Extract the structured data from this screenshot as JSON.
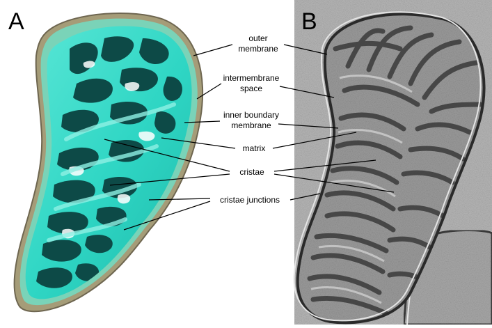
{
  "panels": {
    "a": {
      "letter": "A",
      "description": "3D tomographic segmentation rendering of a mitochondrion"
    },
    "b": {
      "letter": "B",
      "description": "cryo-electron tomogram slice of a mitochondrion"
    }
  },
  "labels": {
    "outer_membrane": [
      "outer",
      "membrane"
    ],
    "intermembrane_space": [
      "intermembrane",
      "space"
    ],
    "inner_boundary_membrane": [
      "inner boundary",
      "membrane"
    ],
    "matrix": "matrix",
    "cristae": "cristae",
    "cristae_junctions": "cristae junctions"
  },
  "colors": {
    "rendering_cyan": "#2fd6c4",
    "rendering_dark": "#0d4a47",
    "outer_shell": "#a8a080",
    "em_background": "#b4b4b4",
    "leader_line": "#000000"
  }
}
